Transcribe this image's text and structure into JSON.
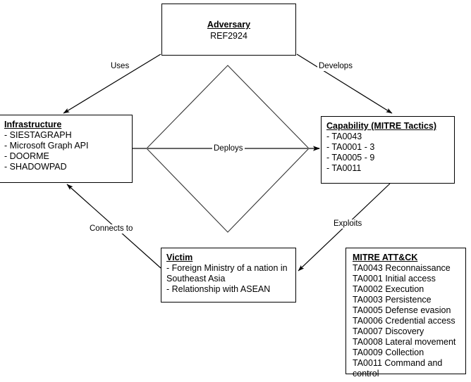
{
  "diagram": {
    "type": "diamond-model-threat-intel",
    "nodes": {
      "adversary": {
        "title": "Adversary",
        "lines": [
          "REF2924"
        ]
      },
      "infrastructure": {
        "title": "Infrastructure",
        "lines": [
          "- SIESTAGRAPH",
          "- Microsoft Graph API",
          "- DOORME",
          "- SHADOWPAD"
        ]
      },
      "capability": {
        "title": "Capability (MITRE Tactics)",
        "lines": [
          "- TA0043",
          "- TA0001 - 3",
          "- TA0005 - 9",
          "- TA0011"
        ]
      },
      "victim": {
        "title": "Victim",
        "lines": [
          "- Foreign Ministry of a nation in",
          "Southeast Asia",
          "- Relationship with ASEAN"
        ]
      },
      "legend": {
        "title": "MITRE ATT&CK",
        "lines": [
          "TA0043 Reconnaissance",
          "TA0001 Initial access",
          "TA0002 Execution",
          "TA0003 Persistence",
          "TA0005 Defense evasion",
          "TA0006 Credential access",
          "TA0007 Discovery",
          "TA0008 Lateral movement",
          "TA0009 Collection",
          "TA0011 Command and control"
        ]
      }
    },
    "edges": {
      "uses": "Uses",
      "develops": "Develops",
      "deploys": "Deploys",
      "connects_to": "Connects to",
      "exploits": "Exploits"
    },
    "colors": {
      "stroke": "#000000",
      "deploys_stroke": "#666666",
      "background": "#ffffff",
      "text": "#000000"
    }
  }
}
